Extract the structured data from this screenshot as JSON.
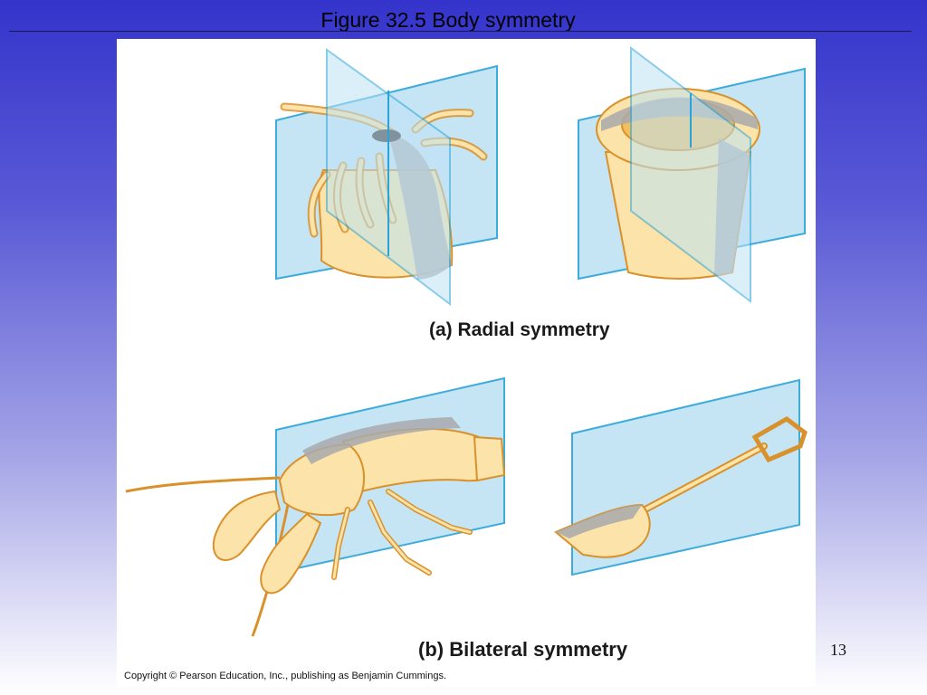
{
  "slide": {
    "title": "Figure 32.5  Body symmetry",
    "page_number": "13",
    "copyright": "Copyright © Pearson Education, Inc., publishing as Benjamin Cummings."
  },
  "figure": {
    "caption_radial": "(a) Radial symmetry",
    "caption_bilateral": "(b) Bilateral symmetry"
  },
  "colors": {
    "plane_fill": "#bfe3f5",
    "plane_edge": "#2aa4d8",
    "body_fill": "#fbe3a9",
    "body_outline": "#d9912b",
    "shadow": "#a8a9ad"
  }
}
